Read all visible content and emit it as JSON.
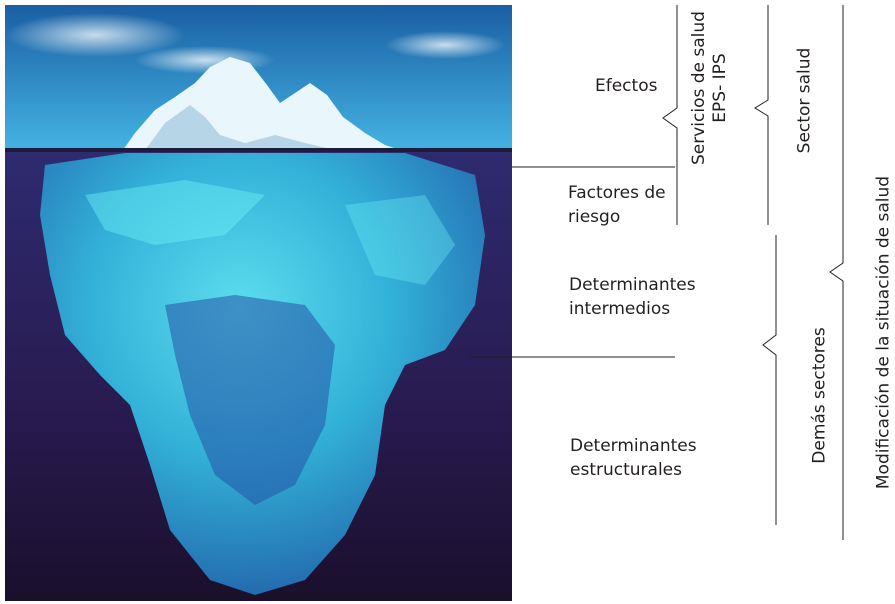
{
  "labels": {
    "efectos": "Efectos",
    "factores": "Factores de\nriesgo",
    "intermedios": "Determinantes\nintermedios",
    "estructurales": "Determinantes\nestructurales"
  },
  "brackets": {
    "servicios": "Servicios de salud\nEPS- IPS",
    "sector_salud": "Sector salud",
    "demas": "Demás sectores",
    "modificacion": "Modificación de la situación de salud"
  },
  "colors": {
    "sky_top": "#1e6fb0",
    "sky_bottom": "#3aa7dc",
    "water_top": "#2c2a6a",
    "water_bottom": "#1a1030",
    "ice_above": "#f4fbff",
    "ice_below": "#39c6e6",
    "line": "#231f20"
  }
}
